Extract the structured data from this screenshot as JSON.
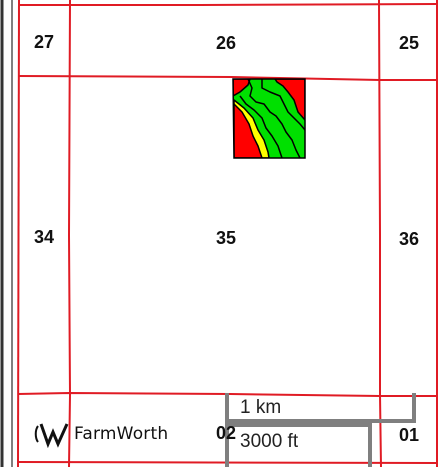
{
  "map": {
    "sections": {
      "top_left": "27",
      "top_center": "26",
      "top_right": "25",
      "mid_left": "34",
      "mid_center": "35",
      "mid_right": "36",
      "bottom_center": "02",
      "bottom_right": "01"
    },
    "colors": {
      "section_lines": "#e01b24",
      "left_border": "#333333",
      "zone_high": "#00e000",
      "zone_mid": "#ffff00",
      "zone_low": "#ff0000",
      "zone_outline": "#000000",
      "scale_bar": "#7f7f7f"
    }
  },
  "logo": {
    "text": "FarmWorth",
    "icon": "farmworth-w-logo-icon"
  },
  "scale_bar": {
    "metric": "1 km",
    "imperial": "3000 ft"
  }
}
